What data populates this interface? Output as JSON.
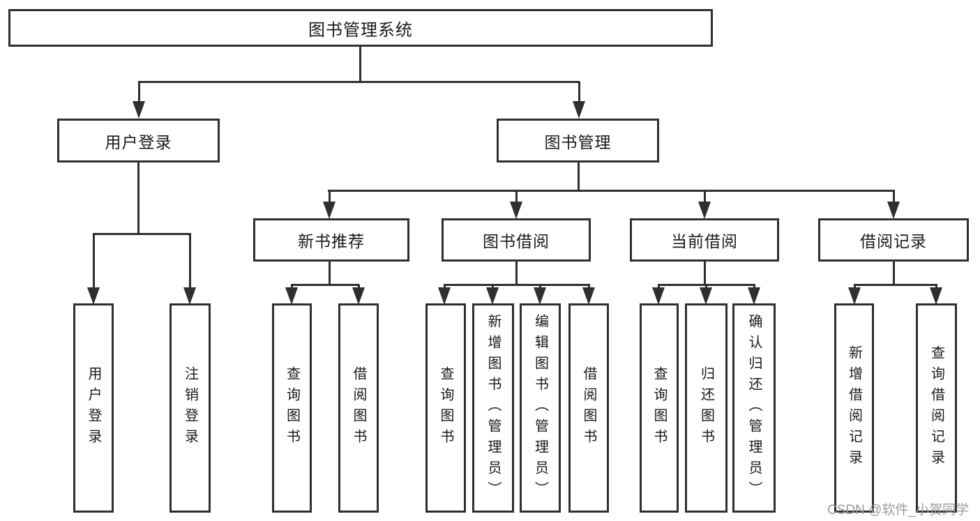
{
  "nodes": {
    "root": "图书管理系统",
    "level2": [
      "用户登录",
      "图书管理"
    ],
    "level3": [
      "新书推荐",
      "图书借阅",
      "当前借阅",
      "借阅记录"
    ]
  },
  "leaves": {
    "user_login": [
      "用户登录",
      "注销登录"
    ],
    "new_book": [
      "查询图书",
      "借阅图书"
    ],
    "book_borrow": [
      "查询图书",
      "新增图书（管理员）",
      "编辑图书（管理员）",
      "借阅图书"
    ],
    "current_borrow": [
      "查询图书",
      "归还图书",
      "确认归还（管理员）"
    ],
    "borrow_records": [
      "新增借阅记录",
      "查询借阅记录"
    ]
  },
  "watermark": "CSDN @软件_小贺同学",
  "colors": {
    "line": "#2f2f2f",
    "text": "#1a1a1a",
    "watermark": "#9b9b9b",
    "background": "#ffffff"
  }
}
